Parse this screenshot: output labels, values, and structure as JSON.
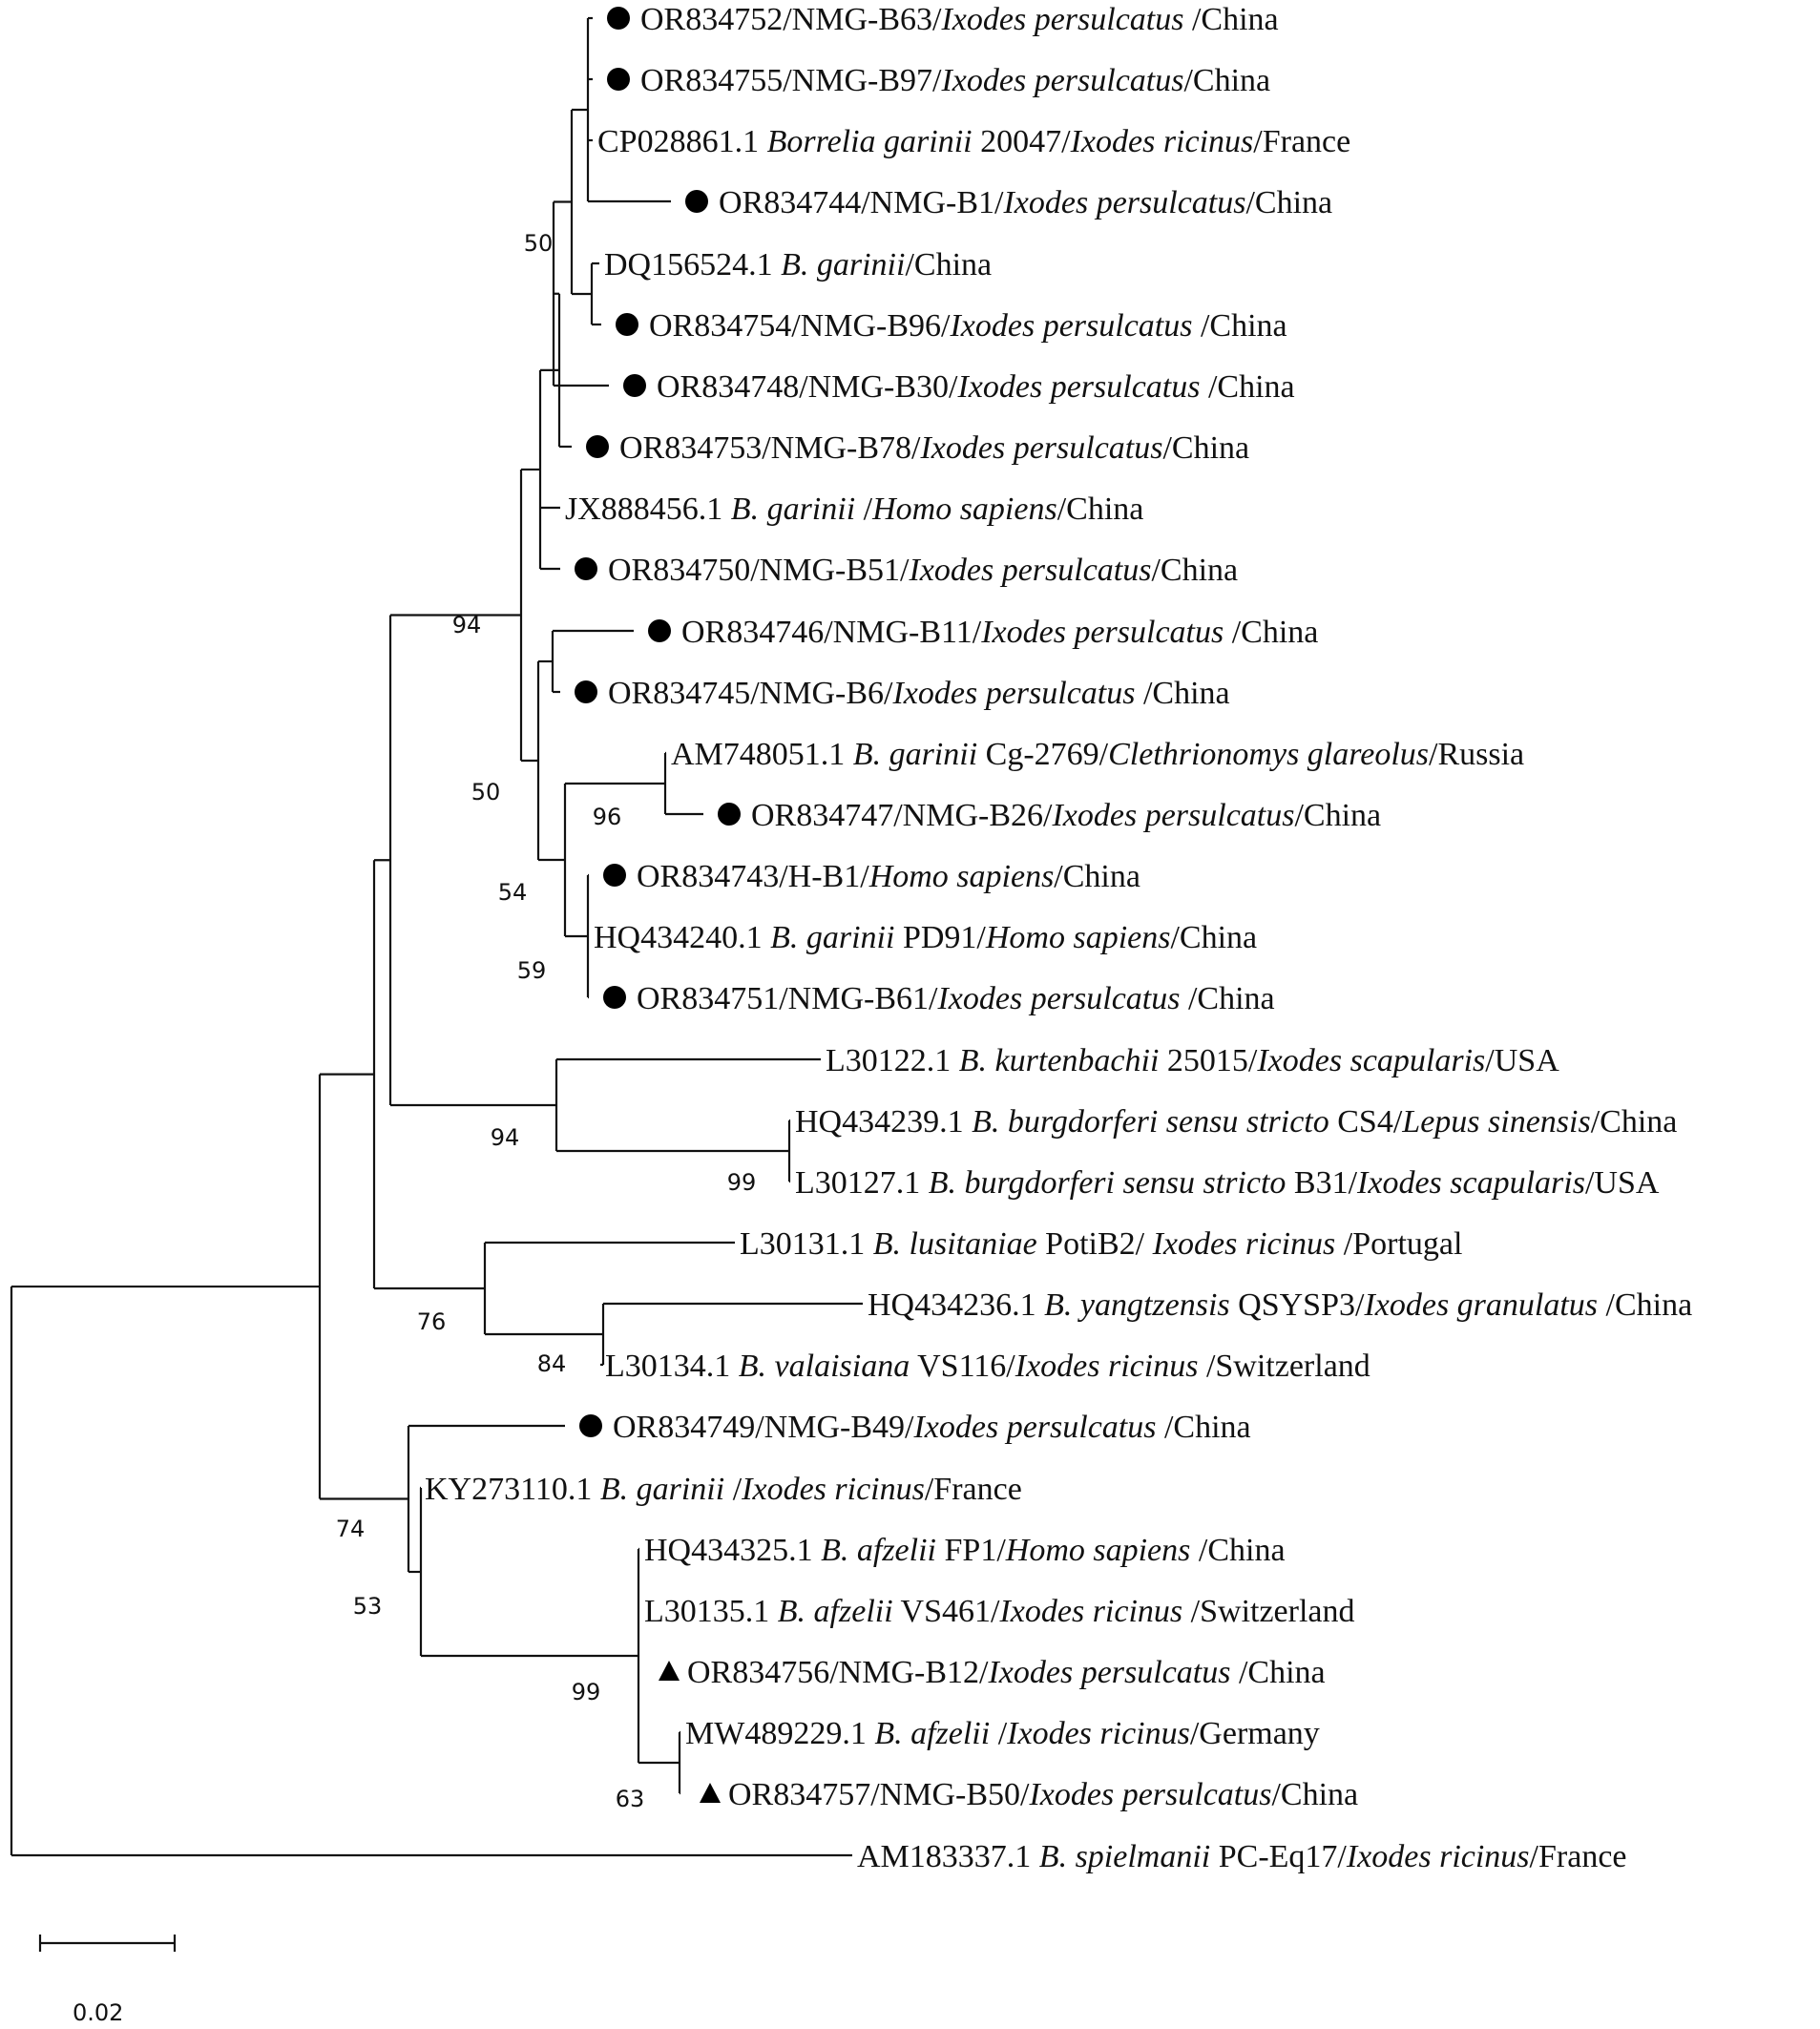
{
  "tree": {
    "taxa": [
      {
        "marker": "circle",
        "parts": [
          [
            "OR834752/NMG-B63/",
            false
          ],
          [
            "Ixodes persulcatus",
            true
          ],
          [
            " /China",
            false
          ]
        ]
      },
      {
        "marker": "circle",
        "parts": [
          [
            "OR834755/NMG-B97/",
            false
          ],
          [
            "Ixodes persulcatus",
            true
          ],
          [
            "/China",
            false
          ]
        ]
      },
      {
        "marker": "none",
        "parts": [
          [
            "CP028861.1 ",
            false
          ],
          [
            "Borrelia garinii",
            true
          ],
          [
            " 20047/",
            false
          ],
          [
            "Ixodes ricinus",
            true
          ],
          [
            "/France",
            false
          ]
        ]
      },
      {
        "marker": "circle",
        "parts": [
          [
            "OR834744/NMG-B1/",
            false
          ],
          [
            "Ixodes persulcatus",
            true
          ],
          [
            "/China",
            false
          ]
        ]
      },
      {
        "marker": "none",
        "parts": [
          [
            "DQ156524.1 ",
            false
          ],
          [
            "B. garinii",
            true
          ],
          [
            "/China",
            false
          ]
        ]
      },
      {
        "marker": "circle",
        "parts": [
          [
            "OR834754/NMG-B96/",
            false
          ],
          [
            "Ixodes persulcatus",
            true
          ],
          [
            " /China",
            false
          ]
        ]
      },
      {
        "marker": "circle",
        "parts": [
          [
            "OR834748/NMG-B30/",
            false
          ],
          [
            "Ixodes persulcatus",
            true
          ],
          [
            " /China",
            false
          ]
        ]
      },
      {
        "marker": "circle",
        "parts": [
          [
            "OR834753/NMG-B78/",
            false
          ],
          [
            "Ixodes persulcatus",
            true
          ],
          [
            "/China",
            false
          ]
        ]
      },
      {
        "marker": "none",
        "parts": [
          [
            "JX888456.1 ",
            false
          ],
          [
            "B. garinii",
            true
          ],
          [
            " /",
            false
          ],
          [
            "Homo sapiens",
            true
          ],
          [
            "/China",
            false
          ]
        ]
      },
      {
        "marker": "circle",
        "parts": [
          [
            "OR834750/NMG-B51/",
            false
          ],
          [
            "Ixodes persulcatus",
            true
          ],
          [
            "/China",
            false
          ]
        ]
      },
      {
        "marker": "circle",
        "parts": [
          [
            "OR834746/NMG-B11/",
            false
          ],
          [
            "Ixodes persulcatus",
            true
          ],
          [
            " /China",
            false
          ]
        ]
      },
      {
        "marker": "circle",
        "parts": [
          [
            "OR834745/NMG-B6/",
            false
          ],
          [
            "Ixodes persulcatus",
            true
          ],
          [
            " /China",
            false
          ]
        ]
      },
      {
        "marker": "none",
        "parts": [
          [
            "AM748051.1 ",
            false
          ],
          [
            "B. garinii",
            true
          ],
          [
            " Cg-2769/",
            false
          ],
          [
            "Clethrionomys glareolus",
            true
          ],
          [
            "/Russia",
            false
          ]
        ]
      },
      {
        "marker": "circle",
        "parts": [
          [
            "OR834747/NMG-B26/",
            false
          ],
          [
            "Ixodes persulcatus",
            true
          ],
          [
            "/China",
            false
          ]
        ]
      },
      {
        "marker": "circle",
        "parts": [
          [
            "OR834743/H-B1/",
            false
          ],
          [
            "Homo sapiens",
            true
          ],
          [
            "/China",
            false
          ]
        ]
      },
      {
        "marker": "none",
        "parts": [
          [
            "HQ434240.1 ",
            false
          ],
          [
            "B. garinii",
            true
          ],
          [
            " PD91/",
            false
          ],
          [
            "Homo sapiens",
            true
          ],
          [
            "/China",
            false
          ]
        ]
      },
      {
        "marker": "circle",
        "parts": [
          [
            "OR834751/NMG-B61/",
            false
          ],
          [
            "Ixodes persulcatus",
            true
          ],
          [
            " /China",
            false
          ]
        ]
      },
      {
        "marker": "none",
        "parts": [
          [
            "L30122.1 ",
            false
          ],
          [
            "B. kurtenbachii",
            true
          ],
          [
            " 25015/",
            false
          ],
          [
            "Ixodes scapularis",
            true
          ],
          [
            "/USA",
            false
          ]
        ]
      },
      {
        "marker": "none",
        "parts": [
          [
            "HQ434239.1 ",
            false
          ],
          [
            "B. burgdorferi sensu stricto",
            true
          ],
          [
            " CS4/",
            false
          ],
          [
            "Lepus sinensis",
            true
          ],
          [
            "/China",
            false
          ]
        ]
      },
      {
        "marker": "none",
        "parts": [
          [
            "L30127.1 ",
            false
          ],
          [
            "B. burgdorferi sensu stricto",
            true
          ],
          [
            " B31/",
            false
          ],
          [
            "Ixodes scapularis",
            true
          ],
          [
            "/USA",
            false
          ]
        ]
      },
      {
        "marker": "none",
        "parts": [
          [
            "L30131.1 ",
            false
          ],
          [
            "B. lusitaniae",
            true
          ],
          [
            " PotiB2/ ",
            false
          ],
          [
            "Ixodes ricinus",
            true
          ],
          [
            " /Portugal",
            false
          ]
        ]
      },
      {
        "marker": "none",
        "parts": [
          [
            "HQ434236.1 ",
            false
          ],
          [
            "B. yangtzensis",
            true
          ],
          [
            " QSYSP3/",
            false
          ],
          [
            "Ixodes granulatus",
            true
          ],
          [
            " /China",
            false
          ]
        ]
      },
      {
        "marker": "none",
        "parts": [
          [
            "L30134.1 ",
            false
          ],
          [
            "B. valaisiana",
            true
          ],
          [
            " VS116/",
            false
          ],
          [
            "Ixodes ricinus",
            true
          ],
          [
            " /Switzerland",
            false
          ]
        ]
      },
      {
        "marker": "circle",
        "parts": [
          [
            "OR834749/NMG-B49/",
            false
          ],
          [
            "Ixodes persulcatus",
            true
          ],
          [
            " /China",
            false
          ]
        ]
      },
      {
        "marker": "none",
        "parts": [
          [
            "KY273110.1 ",
            false
          ],
          [
            "B. garinii",
            true
          ],
          [
            " /",
            false
          ],
          [
            "Ixodes ricinus",
            true
          ],
          [
            "/France",
            false
          ]
        ]
      },
      {
        "marker": "none",
        "parts": [
          [
            "HQ434325.1 ",
            false
          ],
          [
            "B. afzelii",
            true
          ],
          [
            " FP1/",
            false
          ],
          [
            "Homo sapiens",
            true
          ],
          [
            " /China",
            false
          ]
        ]
      },
      {
        "marker": "none",
        "parts": [
          [
            "L30135.1 ",
            false
          ],
          [
            "B. afzelii",
            true
          ],
          [
            " VS461/",
            false
          ],
          [
            "Ixodes ricinus",
            true
          ],
          [
            " /Switzerland",
            false
          ]
        ]
      },
      {
        "marker": "triangle",
        "parts": [
          [
            "OR834756/NMG-B12/",
            false
          ],
          [
            "Ixodes persulcatus",
            true
          ],
          [
            " /China",
            false
          ]
        ]
      },
      {
        "marker": "none",
        "parts": [
          [
            "MW489229.1 ",
            false
          ],
          [
            "B. afzelii",
            true
          ],
          [
            " /",
            false
          ],
          [
            "Ixodes ricinus",
            true
          ],
          [
            "/Germany",
            false
          ]
        ]
      },
      {
        "marker": "triangle",
        "parts": [
          [
            "OR834757/NMG-B50/",
            false
          ],
          [
            "Ixodes persulcatus",
            true
          ],
          [
            "/China",
            false
          ]
        ]
      },
      {
        "marker": "none",
        "parts": [
          [
            "AM183337.1 ",
            false
          ],
          [
            "B. spielmanii",
            true
          ],
          [
            " PC-Eq17/",
            false
          ],
          [
            "Ixodes ricinus",
            true
          ],
          [
            "/France",
            false
          ]
        ]
      }
    ],
    "bootstrap_values": [
      "50",
      "94",
      "50",
      "54",
      "59",
      "96",
      "94",
      "99",
      "76",
      "84",
      "74",
      "53",
      "99",
      "63"
    ],
    "scale_bar_label": "0.02"
  }
}
